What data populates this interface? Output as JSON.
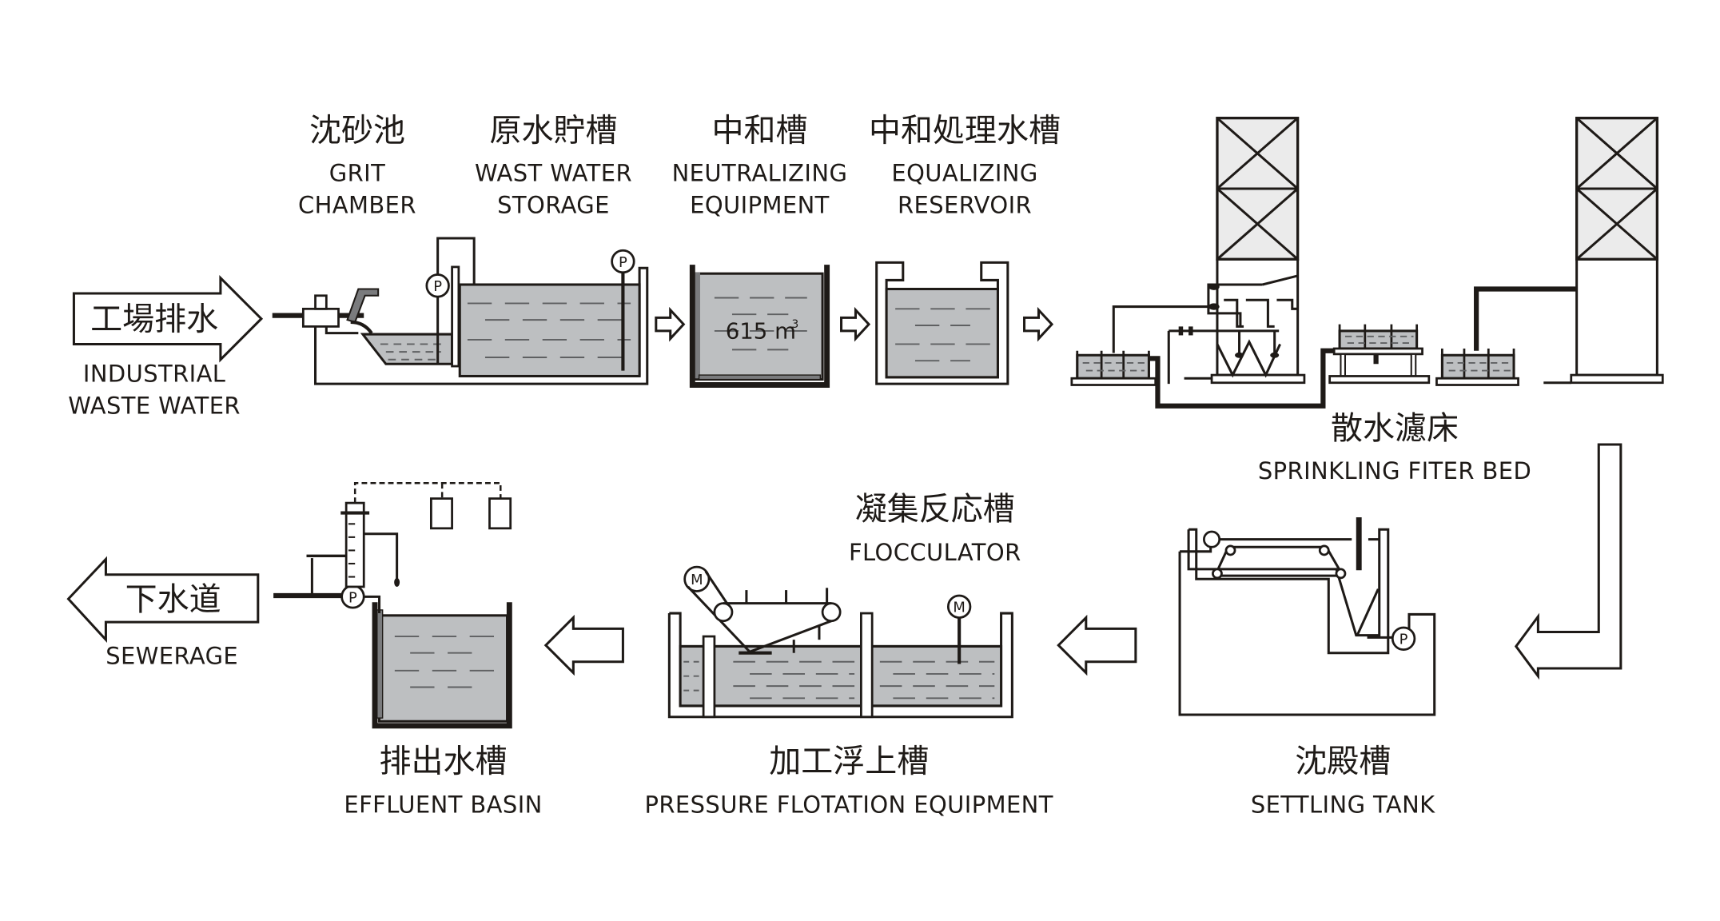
{
  "diagram": {
    "colors": {
      "line": "#1e1a17",
      "water": "#bdbfc1",
      "tower_fill": "#ebebeb",
      "background": "#ffffff"
    },
    "inflow": {
      "label_cjk": "工場排水",
      "label_en_1": "INDUSTRIAL",
      "label_en_2": "WASTE WATER"
    },
    "outflow": {
      "label_cjk": "下水道",
      "label_en": "SEWERAGE"
    },
    "stages": [
      {
        "id": "grit-chamber",
        "cjk": "沈砂池",
        "en_1": "GRIT",
        "en_2": "CHAMBER"
      },
      {
        "id": "wast-water-storage",
        "cjk": "原水貯槽",
        "en_1": "WAST WATER",
        "en_2": "STORAGE"
      },
      {
        "id": "neutralizing-equipment",
        "cjk": "中和槽",
        "en_1": "NEUTRALIZING",
        "en_2": "EQUIPMENT",
        "volume": "615 m",
        "volume_sup": "3"
      },
      {
        "id": "equalizing-reservoir",
        "cjk": "中和処理水槽",
        "en_1": "EQUALIZING",
        "en_2": "RESERVOIR"
      },
      {
        "id": "sprinkling-filter-bed",
        "cjk": "散水濾床",
        "en_1": "SPRINKLING FITER BED"
      },
      {
        "id": "settling-tank",
        "cjk": "沈殿槽",
        "en_1": "SETTLING TANK"
      },
      {
        "id": "flocculator",
        "cjk": "凝集反応槽",
        "en_1": "FLOCCULATOR"
      },
      {
        "id": "pressure-flotation",
        "cjk": "加工浮上槽",
        "en_1": "PRESSURE FLOTATION EQUIPMENT"
      },
      {
        "id": "effluent-basin",
        "cjk": "排出水槽",
        "en_1": "EFFLUENT BASIN"
      }
    ],
    "symbols": {
      "pump": "P",
      "motor": "M"
    }
  }
}
